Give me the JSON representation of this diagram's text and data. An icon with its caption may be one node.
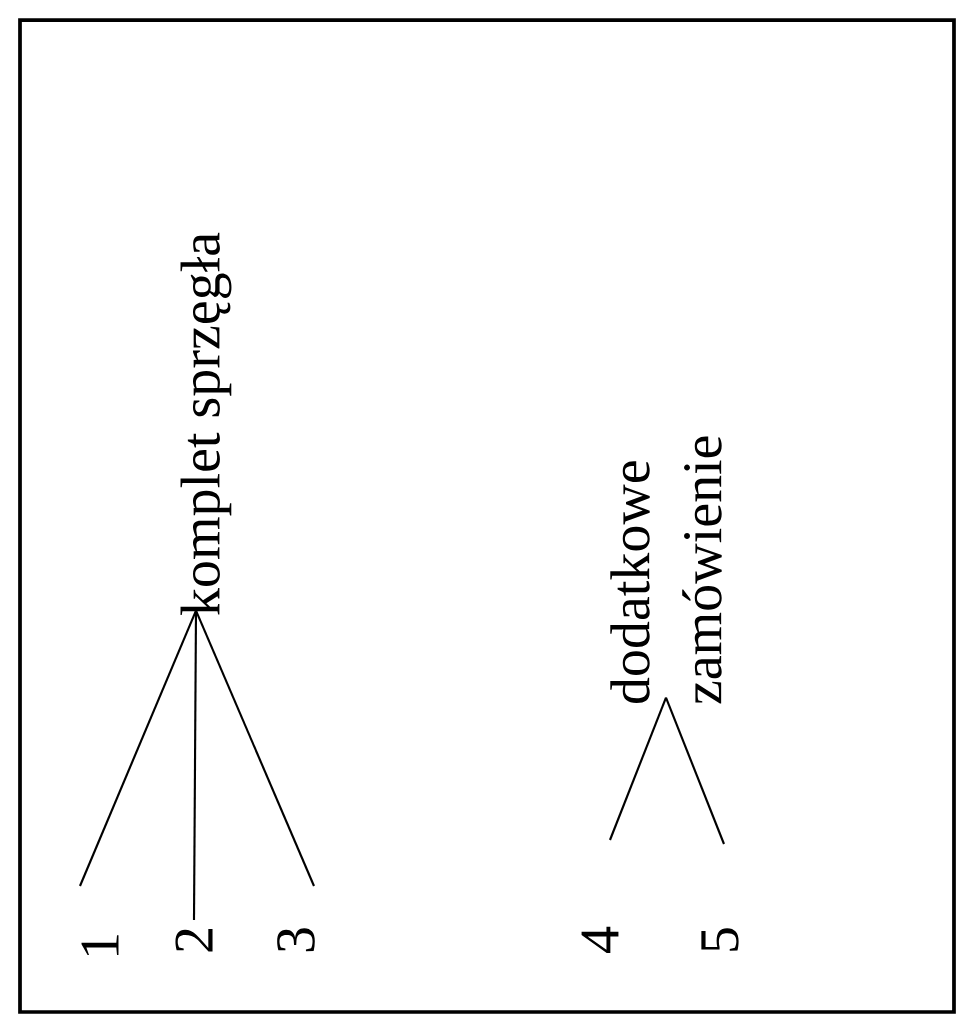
{
  "diagram": {
    "nodes": [
      {
        "text": [
          "komplet sprzęgła"
        ]
      },
      {
        "text": [
          "1"
        ]
      },
      {
        "text": [
          "2"
        ]
      },
      {
        "text": [
          "3"
        ]
      },
      {
        "text": [
          "dodatkowe zamówienie"
        ]
      },
      {
        "text": [
          "4"
        ]
      },
      {
        "text": [
          "5"
        ]
      }
    ],
    "edges": [
      {
        "from": 1,
        "to": 0,
        "arrow": "none"
      },
      {
        "from": 2,
        "to": 0,
        "arrow": "none"
      },
      {
        "from": 3,
        "to": 0,
        "arrow": "none"
      },
      {
        "from": 5,
        "to": 4,
        "arrow": "none"
      },
      {
        "from": 6,
        "to": 4,
        "arrow": "none"
      }
    ]
  }
}
